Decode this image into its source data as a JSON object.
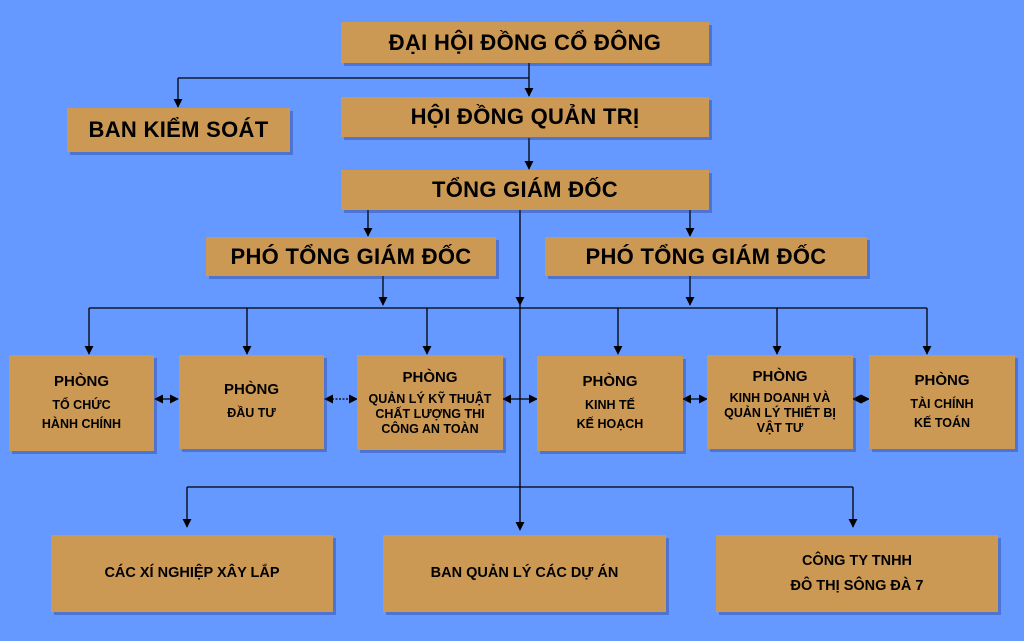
{
  "top": {
    "general_meeting": "ĐẠI HỘI ĐỒNG CỔ ĐÔNG",
    "supervisory_board": "BAN KIỂM SOÁT",
    "board_of_directors": "HỘI ĐỒNG QUẢN TRỊ",
    "general_director": "TỔNG GIÁM ĐỐC",
    "deputy_left": "PHÓ TỔNG GIÁM ĐỐC",
    "deputy_right": "PHÓ TỔNG GIÁM ĐỐC"
  },
  "departments": [
    {
      "title": "PHÒNG",
      "lines": [
        "TỔ CHỨC",
        "HÀNH CHÍNH"
      ]
    },
    {
      "title": "PHÒNG",
      "lines": [
        "ĐẦU TƯ"
      ]
    },
    {
      "title": "PHÒNG",
      "lines": [
        "QUẢN LÝ KỸ THUẬT",
        "CHẤT LƯỢNG THI",
        "CÔNG AN TOÀN"
      ]
    },
    {
      "title": "PHÒNG",
      "lines": [
        "KINH TẾ",
        "KẾ HOẠCH"
      ]
    },
    {
      "title": "PHÒNG",
      "lines": [
        "KINH DOANH VÀ",
        "QUẢN LÝ THIẾT BỊ",
        "VẬT TƯ"
      ]
    },
    {
      "title": "PHÒNG",
      "lines": [
        "TÀI CHÍNH",
        "KẾ TOÁN"
      ]
    }
  ],
  "bottom": {
    "construction_enterprises": "CÁC XÍ NGHIỆP XÂY LẮP",
    "project_management": "BAN QUẢN LÝ CÁC DỰ ÁN",
    "company_line1": "CÔNG TY TNHH",
    "company_line2": "ĐÔ THỊ SÔNG ĐÀ 7"
  },
  "colors": {
    "background": "#6699ff",
    "box_fill": "#cc9955",
    "line": "#000000"
  }
}
